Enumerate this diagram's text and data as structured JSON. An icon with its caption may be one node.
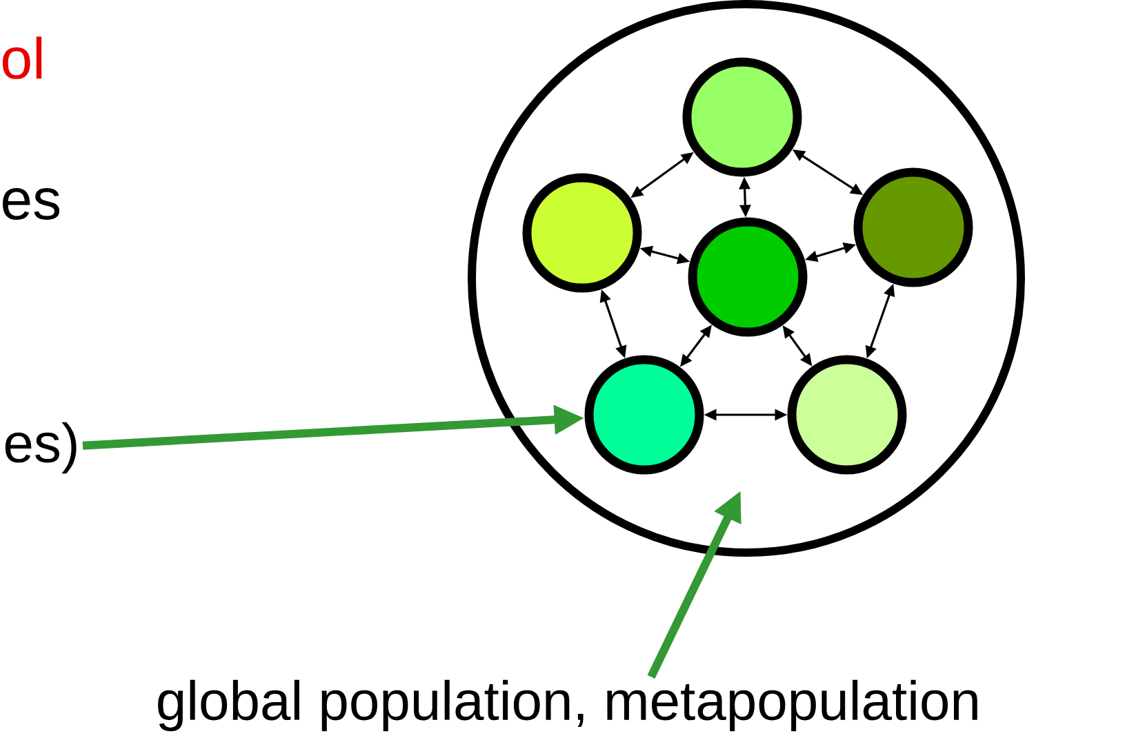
{
  "diagram": {
    "nodes": [
      {
        "text": [],
        "shape": "circle"
      },
      {
        "text": [],
        "shape": "circle",
        "in": 0
      },
      {
        "text": [],
        "shape": "circle",
        "in": 0
      },
      {
        "text": [],
        "shape": "circle",
        "in": 0
      },
      {
        "text": [],
        "shape": "circle",
        "in": 0
      },
      {
        "text": [],
        "shape": "circle",
        "in": 0
      },
      {
        "text": [],
        "shape": "circle",
        "in": 0
      },
      {
        "text": [
          "es)"
        ]
      },
      {
        "text": [
          "global population, metapopulation"
        ]
      }
    ],
    "edges": [
      {
        "from": 2,
        "to": 1,
        "arrow": "both"
      },
      {
        "from": 1,
        "to": 4,
        "arrow": "both"
      },
      {
        "from": 1,
        "to": 3,
        "arrow": "both"
      },
      {
        "from": 2,
        "to": 3,
        "arrow": "both"
      },
      {
        "from": 3,
        "to": 4,
        "arrow": "both"
      },
      {
        "from": 2,
        "to": 5,
        "arrow": "both"
      },
      {
        "from": 4,
        "to": 6,
        "arrow": "both"
      },
      {
        "from": 3,
        "to": 5,
        "arrow": "both"
      },
      {
        "from": 3,
        "to": 6,
        "arrow": "both"
      },
      {
        "from": 5,
        "to": 6,
        "arrow": "both"
      },
      {
        "from": 7,
        "to": 5,
        "arrow": "to",
        "style": "thick",
        "color": "#339933"
      },
      {
        "from": 8,
        "to": 0,
        "arrow": "to",
        "style": "thick",
        "color": "#339933"
      }
    ],
    "labels": [
      "ol",
      "es"
    ]
  }
}
